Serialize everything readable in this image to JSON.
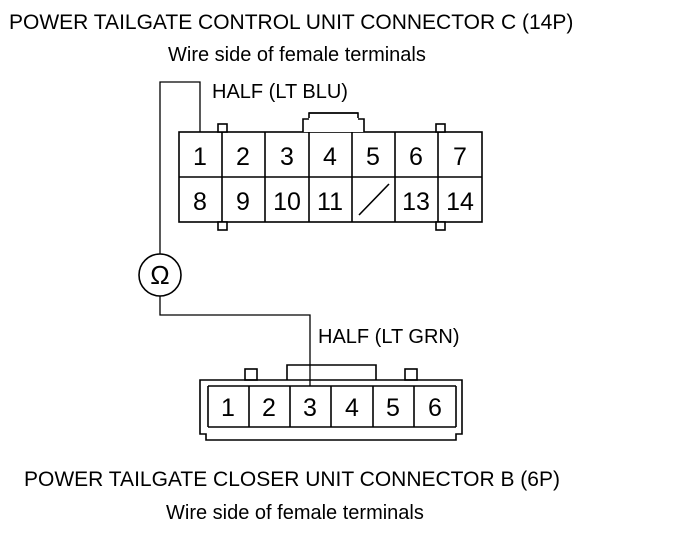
{
  "connector_c": {
    "title": "POWER TAILGATE CONTROL UNIT CONNECTOR C (14P)",
    "subtitle": "Wire side of female terminals",
    "wire_label": "HALF (LT BLU)",
    "row1": [
      "1",
      "2",
      "3",
      "4",
      "5",
      "6",
      "7"
    ],
    "row2": [
      "8",
      "9",
      "10",
      "11",
      "",
      "13",
      "14"
    ],
    "probe_terminal": "1"
  },
  "connector_b": {
    "title": "POWER TAILGATE CLOSER UNIT CONNECTOR B (6P)",
    "subtitle": "Wire side of female terminals",
    "wire_label": "HALF (LT GRN)",
    "row1": [
      "1",
      "2",
      "3",
      "4",
      "5",
      "6"
    ],
    "probe_terminal": "3"
  },
  "meter": {
    "symbol": "Ω",
    "icon": "ohmmeter-icon"
  }
}
